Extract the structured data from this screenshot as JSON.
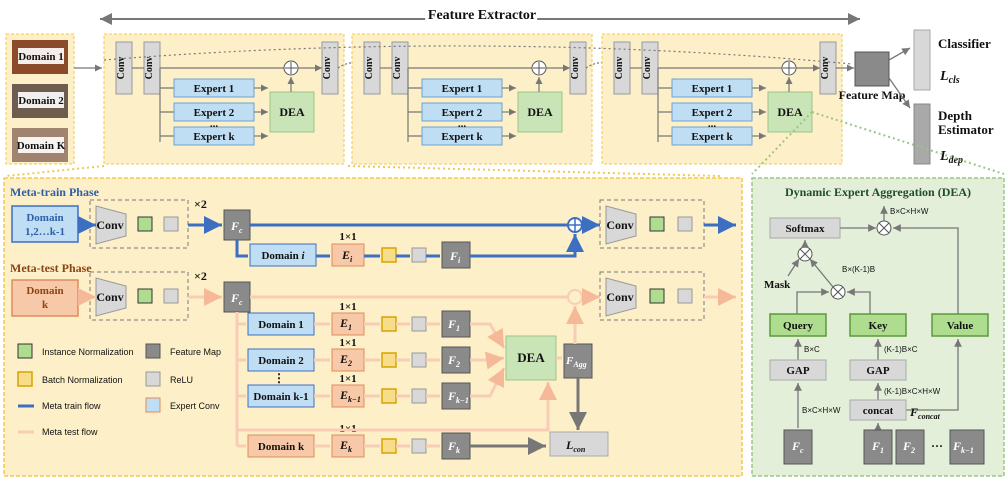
{
  "feature_extractor": {
    "title": "Feature Extractor",
    "conv": "Conv",
    "experts": [
      "Expert 1",
      "Expert 2",
      "Expert k"
    ],
    "dea": "DEA",
    "ellipsis": "...",
    "plus": "+"
  },
  "domains": [
    "Domain 1",
    "Domain 2",
    "Domain K"
  ],
  "outputs": {
    "feature_map": "Feature Map",
    "classifier": "Classifier",
    "l_cls": "L",
    "l_cls_sub": "cls",
    "depth": "Depth Estimator",
    "l_dep": "L",
    "l_dep_sub": "dep"
  },
  "meta_train": {
    "title": "Meta-train Phase",
    "domain": "Domain 1,2…k-1",
    "times": "×2",
    "conv": "Conv",
    "fc": "F",
    "fc_sub": "c",
    "domain_i": "Domain i",
    "one_by_one": "1×1",
    "e_i": "E",
    "e_i_sub": "i",
    "f_i": "F",
    "f_i_sub": "i"
  },
  "meta_test": {
    "title": "Meta-test Phase",
    "domain": "Domain k",
    "times": "×2",
    "conv": "Conv",
    "fc": "F",
    "fc_sub": "c",
    "rows": [
      {
        "domain": "Domain 1",
        "e": "E",
        "e_sub": "1",
        "f": "F",
        "f_sub": "1"
      },
      {
        "domain": "Domain 2",
        "e": "E",
        "e_sub": "2",
        "f": "F",
        "f_sub": "2"
      },
      {
        "domain": "Domain k-1",
        "e": "E",
        "e_sub": "k−1",
        "f": "F",
        "f_sub": "k−1"
      },
      {
        "domain": "Domain k",
        "e": "E",
        "e_sub": "k",
        "f": "F",
        "f_sub": "k"
      }
    ],
    "one_by_one": "1×1",
    "vdots": "⋮",
    "dea": "DEA",
    "f_agg": "F",
    "f_agg_sub": "Agg",
    "l_con": "L",
    "l_con_sub": "con"
  },
  "legend": {
    "instance_norm": "Instance Normalization",
    "batch_norm": "Batch Normalization",
    "meta_train_flow": "Meta train flow",
    "meta_test_flow": "Meta test flow",
    "feature_map": "Feature Map",
    "relu": "ReLU",
    "expert_conv": "Expert Conv"
  },
  "dea_panel": {
    "title": "Dynamic Expert Aggregation (DEA)",
    "softmax": "Softmax",
    "mask": "Mask",
    "query": "Query",
    "key": "Key",
    "value": "Value",
    "gap1": "GAP",
    "gap2": "GAP",
    "concat": "concat",
    "f_concat": "F",
    "f_concat_sub": "concat",
    "fc": "F",
    "fc_sub": "c",
    "f1": "F",
    "f1_sub": "1",
    "f2": "F",
    "f2_sub": "2",
    "fk1": "F",
    "fk1_sub": "k−1",
    "dots": "···",
    "dim_out": "B×C×H×W",
    "dim_bk1b": "B×(K-1)B",
    "dim_bc": "B×C",
    "dim_k1bc": "(K-1)B×C",
    "dim_k1bchw": "(K-1)B×C×H×W",
    "dim_bchw": "B×C×H×W"
  },
  "colors": {
    "yellow_bg": "#FDF0C8",
    "yellow_border": "#F2C94C",
    "green_bg": "#E3EFD9",
    "green_border": "#9CC584",
    "blue": "#3C6FC2",
    "peach": "#F7CDB5",
    "expert_blue": "#BFDDF3",
    "dea_green": "#C9E5B8",
    "box_green": "#AEDD8F",
    "domain_orange": "#F8C9A9",
    "gray": "#D8D8D8",
    "dark_gray": "#8A8A8A"
  }
}
